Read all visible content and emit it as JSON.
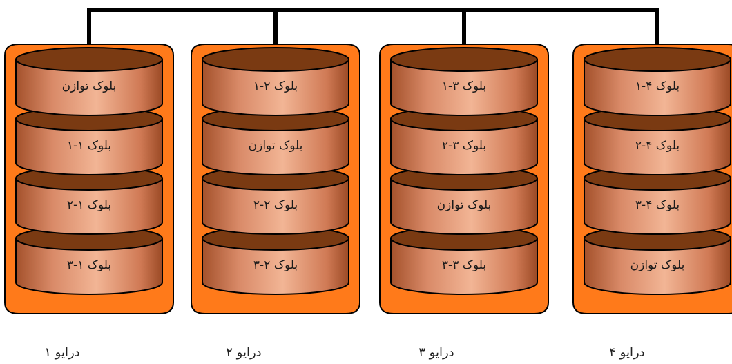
{
  "drives": [
    {
      "label": "درایو ۱",
      "blocks": [
        "بلوک توازن",
        "بلوک ۱-۱",
        "بلوک ۱-۲",
        "بلوک ۱-۳"
      ]
    },
    {
      "label": "درایو ۲",
      "blocks": [
        "بلوک ۲-۱",
        "بلوک توازن",
        "بلوک ۲-۲",
        "بلوک ۲-۳"
      ]
    },
    {
      "label": "درایو ۳",
      "blocks": [
        "بلوک ۳-۱",
        "بلوک ۳-۲",
        "بلوک توازن",
        "بلوک ۳-۳"
      ]
    },
    {
      "label": "درایو ۴",
      "blocks": [
        "بلوک ۴-۱",
        "بلوک ۴-۲",
        "بلوک ۴-۳",
        "بلوک توازن"
      ]
    }
  ],
  "colors": {
    "outer_border": "#000000",
    "outer_fill": "#ff7a1a",
    "platter_top": "#7a3a12",
    "platter_body_light": "#f3b394",
    "platter_body_dark": "#a8552e",
    "bus_line": "#000000"
  }
}
